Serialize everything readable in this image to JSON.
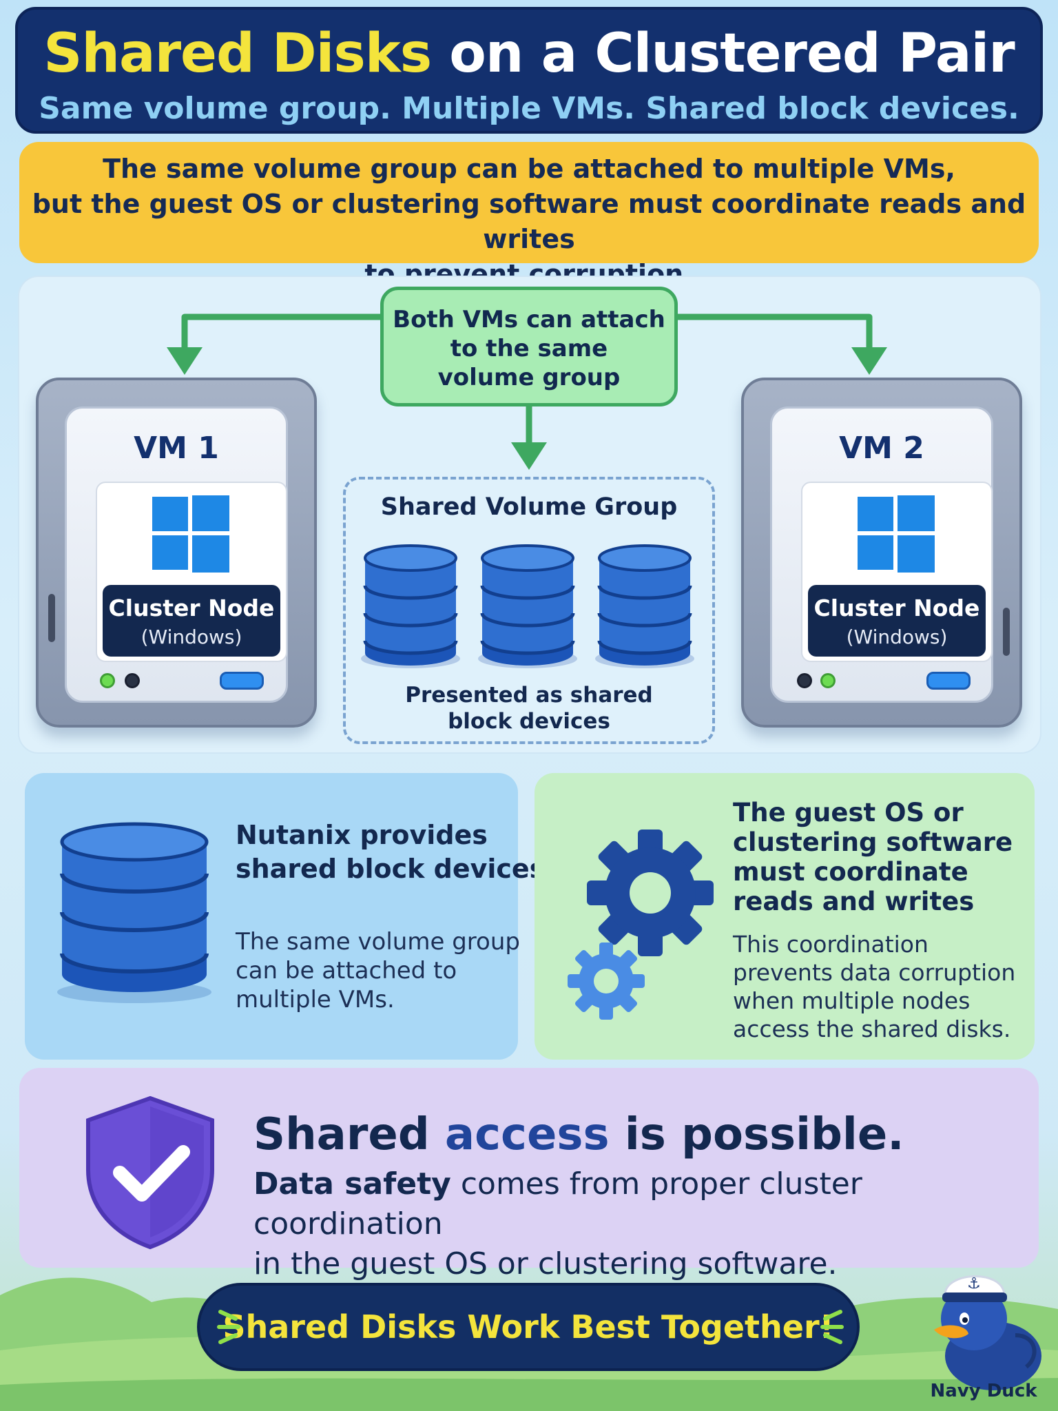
{
  "header": {
    "title_highlight": "Shared Disks",
    "title_rest": " on a Clustered Pair",
    "subtitle": "Same volume group. Multiple VMs. Shared block devices."
  },
  "banner": {
    "line1": "The same volume group can be attached to multiple VMs,",
    "line2": "but the guest OS or clustering software must coordinate reads and writes",
    "line3": "to prevent corruption."
  },
  "diagram": {
    "attach_note": {
      "line1": "Both VMs can attach",
      "line2": "to the same",
      "line3": "volume group"
    },
    "vm1": {
      "label": "VM 1",
      "node_title": "Cluster Node",
      "node_os": "(Windows)",
      "icon": "windows-logo-icon"
    },
    "vm2": {
      "label": "VM 2",
      "node_title": "Cluster Node",
      "node_os": "(Windows)",
      "icon": "windows-logo-icon"
    },
    "shared_group": {
      "title": "Shared Volume Group",
      "caption_line1": "Presented as shared",
      "caption_line2": "block devices",
      "disk_count": 3
    }
  },
  "cards": {
    "nutanix": {
      "title_line1": "Nutanix provides",
      "title_line2": "shared block devices",
      "body_line1": "The same volume group",
      "body_line2": "can be attached to",
      "body_line3": "multiple VMs.",
      "icon": "database-icon"
    },
    "coordination": {
      "title_line1": "The guest OS or",
      "title_line2": "clustering software",
      "title_line3": "must coordinate",
      "title_line4": "reads and writes",
      "body_line1": "This coordination",
      "body_line2": "prevents data corruption",
      "body_line3": "when multiple nodes",
      "body_line4": "access the shared disks.",
      "icon": "gears-icon"
    }
  },
  "callout": {
    "title_a": "Shared ",
    "title_b": "access",
    "title_c": " is possible.",
    "body_bold": "Data safety",
    "body_rest1": " comes from proper cluster coordination",
    "body_line2": "in the guest OS or clustering software.",
    "icon": "shield-check-icon"
  },
  "footer": {
    "slogan": "Shared Disks Work Best Together!",
    "mascot_name": "Navy Duck",
    "mascot_icon": "sailor-duck-icon"
  },
  "colors": {
    "navy": "#13306e",
    "yellow": "#f8c63a",
    "title_yellow": "#f4e43c",
    "green_arrow": "#3ea860",
    "disk_blue": "#2f6fd0",
    "purple_panel": "#dcd2f4",
    "shield_purple": "#6a4fd6"
  }
}
